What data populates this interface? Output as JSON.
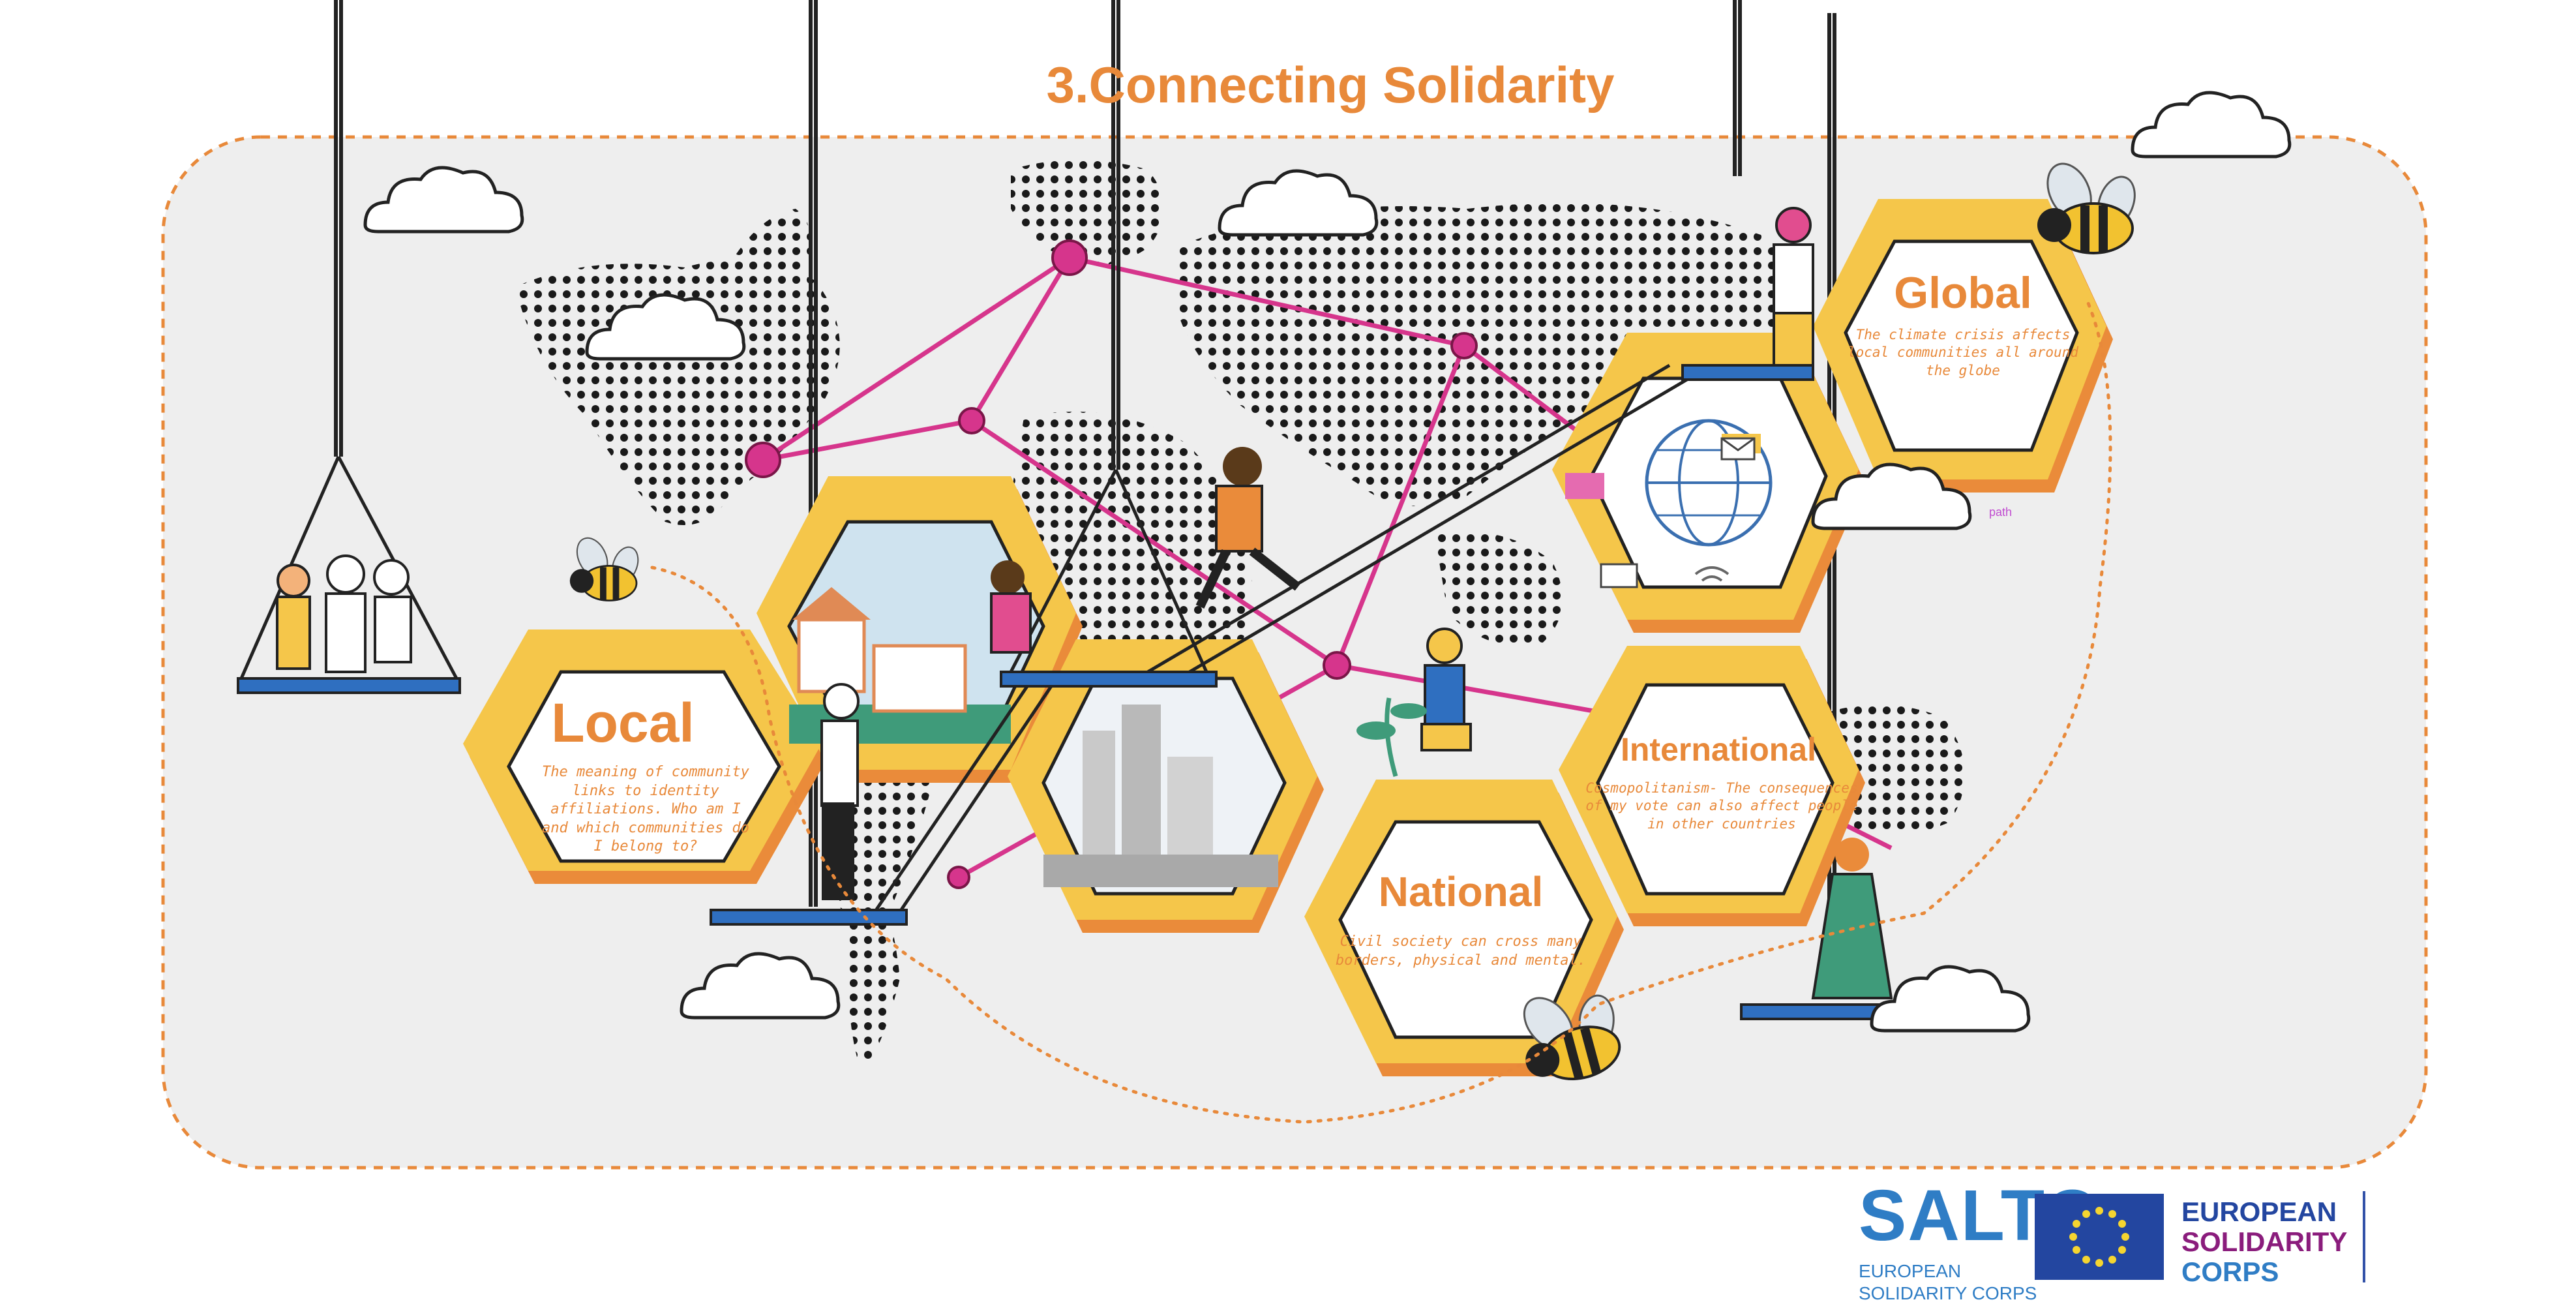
{
  "title": "3.Connecting Solidarity",
  "hexagons": {
    "local": {
      "title": "Local",
      "desc": "The meaning of community links to identity affiliations. Who am I and which communities do I belong to?"
    },
    "national": {
      "title": "National",
      "desc": "Civil society can cross many borders, physical and mental."
    },
    "international": {
      "title": "International",
      "desc": "Cosmopolitanism- The consequences of my vote can also affect people in other countries"
    },
    "global": {
      "title": "Global",
      "desc": "The climate crisis affects local communities all around the globe"
    }
  },
  "annotation": {
    "path_label": "path"
  },
  "logos": {
    "salto": "SALTO",
    "salto_sub_line1": "EUROPEAN",
    "salto_sub_line2": "SOLIDARITY CORPS",
    "esc_line1": "EUROPEAN",
    "esc_line2": "SOLIDARITY",
    "esc_line3": "CORPS"
  },
  "colors": {
    "accent_orange": "#e8893a",
    "hex_yellow": "#f5c64a",
    "hex_orange": "#ea8b3a",
    "network_pink": "#d6358c",
    "panel_gray": "#eeeeee",
    "salto_blue": "#2f7dc5",
    "eu_blue": "#2346a0",
    "esc_purple": "#8a1c7c",
    "esc_blue": "#2f7dc5"
  },
  "icons": [
    "cloud-icon",
    "bee-icon",
    "swing-icon",
    "ladder-icon",
    "globe-icon",
    "person-icon",
    "city-icon",
    "house-icon",
    "plant-icon",
    "mail-icon",
    "wifi-icon",
    "chat-icon",
    "eu-stars-icon"
  ]
}
